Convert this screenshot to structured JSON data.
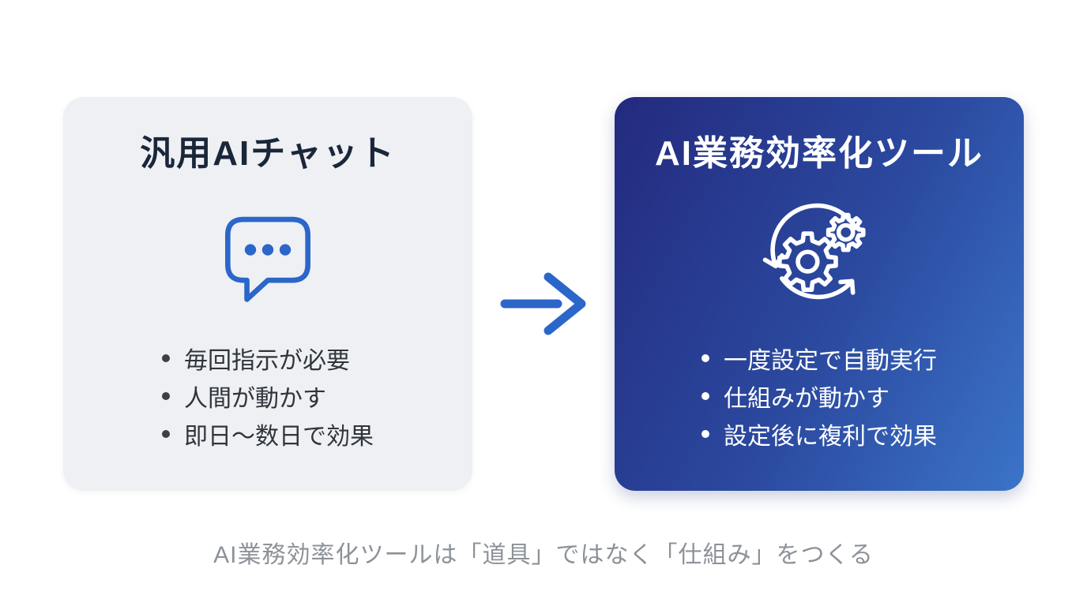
{
  "slide": {
    "background": "#ffffff",
    "caption": "AI業務効率化ツールは「道具」ではなく「仕組み」をつくる",
    "caption_color": "#8d9299"
  },
  "arrow": {
    "icon": "right-arrow-icon",
    "direction": "right",
    "color": "#2b66c9"
  },
  "left_card": {
    "title": "汎用AIチャット",
    "icon": "chat-bubble-icon",
    "icon_color": "#2b66c9",
    "background": "#eef0f4",
    "title_color": "#1a2639",
    "text_color": "#30353c",
    "bullets": [
      "毎回指示が必要",
      "人間が動かす",
      "即日〜数日で効果"
    ]
  },
  "right_card": {
    "title": "AI業務効率化ツール",
    "icon": "automation-cycle-icon",
    "icon_color": "#ffffff",
    "background_gradient": [
      "#232a7e",
      "#2b4aa0",
      "#3b74c8"
    ],
    "title_color": "#ffffff",
    "text_color": "#ffffff",
    "bullets": [
      "一度設定で自動実行",
      "仕組みが動かす",
      "設定後に複利で効果"
    ]
  }
}
